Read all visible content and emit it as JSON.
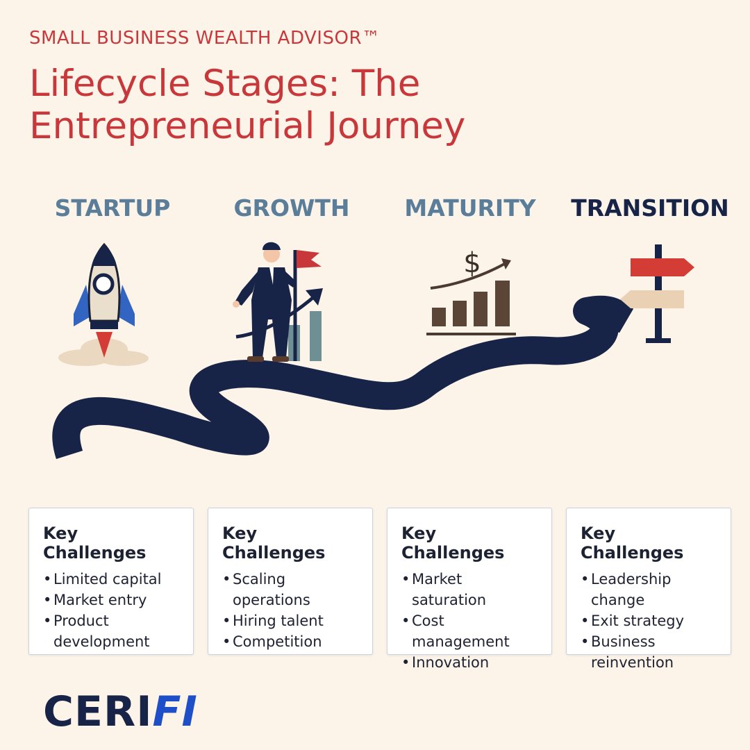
{
  "header": {
    "eyebrow": "SMALL BUSINESS WEALTH ADVISOR™",
    "title": "Lifecycle Stages: The Entrepreneurial Journey"
  },
  "stages": [
    {
      "label": "STARTUP",
      "icon": "rocket-icon",
      "card_title": "Key Challenges",
      "challenges": [
        "Limited capital",
        "Market entry",
        "Product development"
      ]
    },
    {
      "label": "GROWTH",
      "icon": "businessman-flag-icon",
      "card_title": "Key Challenges",
      "challenges": [
        "Scaling operations",
        "Hiring talent",
        "Competition"
      ]
    },
    {
      "label": "MATURITY",
      "icon": "dollar-bar-chart-icon",
      "card_title": "Key Challenges",
      "challenges": [
        "Market saturation",
        "Cost management",
        "Innovation"
      ]
    },
    {
      "label": "TRANSITION",
      "icon": "signpost-icon",
      "card_title": "Key Challenges",
      "challenges": [
        "Leadership change",
        "Exit strategy",
        "Business reinvention"
      ]
    }
  ],
  "logo": {
    "main": "CERI",
    "accent": "FI"
  },
  "colors": {
    "accent_red": "#c8383b",
    "navy": "#172447",
    "stage_blue": "#5a7d99",
    "background": "#fcf3e9",
    "logo_blue": "#1f4fc8"
  }
}
